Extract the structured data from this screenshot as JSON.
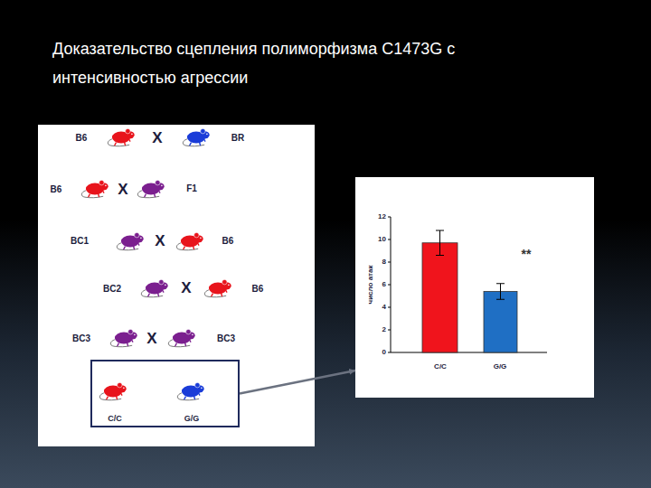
{
  "diagram": {
    "title": "Доказательство сцепления полиморфизма C1473G с интенсивностью агрессии",
    "nodes": [
      {
        "text": [
          "C/C",
          "G/G"
        ]
      },
      {
        "text": [
          "число атак"
        ]
      }
    ],
    "edges": [
      {
        "from": 0,
        "to": 1,
        "arrow": "to"
      }
    ],
    "labels": [
      "B6",
      "X",
      "BR",
      "B6",
      "X",
      "F1",
      "BC1",
      "X",
      "B6",
      "BC2",
      "X",
      "B6",
      "BC3",
      "X",
      "BC3",
      "12",
      "10",
      "8",
      "6",
      "4",
      "2",
      "0",
      "C/C",
      "G/G",
      "**"
    ]
  }
}
